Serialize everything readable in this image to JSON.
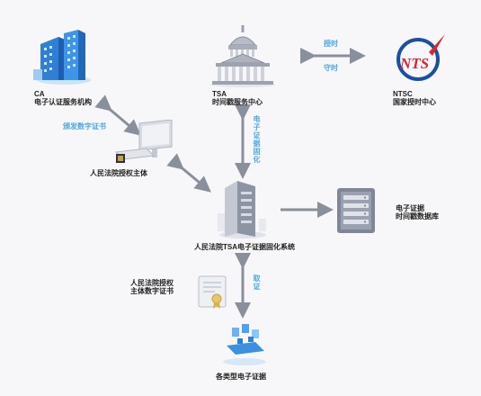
{
  "ca": {
    "line1": "CA",
    "line2": "电子认证服务机构"
  },
  "tsa": {
    "line1": "TSA",
    "line2": "时间戳服务中心"
  },
  "ntsc": {
    "line1": "NTSC",
    "line2": "国家授时中心",
    "logo_text": "NTS"
  },
  "court_subject": {
    "label": "人民法院授权主体"
  },
  "system": {
    "label": "人民法院TSA电子证据固化系统"
  },
  "database": {
    "line1": "电子证据",
    "line2": "时间戳数据库"
  },
  "certificate": {
    "line1": "人民法院授权",
    "line2": "主体数字证书"
  },
  "evidence": {
    "label": "各类型电子证据"
  },
  "edges": {
    "issue_cert": "颁发数字证书",
    "timing": "授时",
    "keep_time": "守时",
    "solidify": "电子证据固化",
    "collect": "取证"
  },
  "colors": {
    "accent": "#4aa8e8",
    "arrow": "#8a8f9c",
    "building": "#3d8fe0",
    "ntsc_red": "#d8262e",
    "ntsc_blue": "#1b4fa0"
  }
}
